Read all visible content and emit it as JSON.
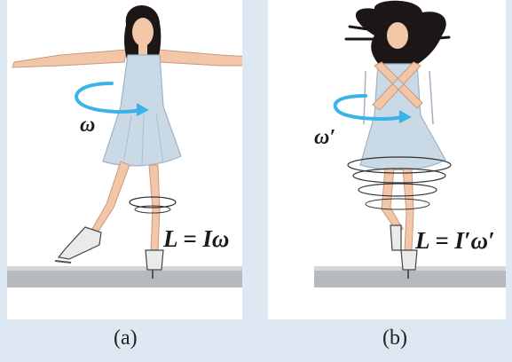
{
  "panel_a": {
    "caption": "(a)",
    "angular_velocity_label": "ω",
    "equation": "L = Iω"
  },
  "panel_b": {
    "caption": "(b)",
    "angular_velocity_label": "ω′",
    "equation": "L = I′ω′"
  },
  "colors": {
    "background": "#dde8f2",
    "panel": "#ffffff",
    "rotation_arrow": "#3bb3e8",
    "dress": "#c9d9e6",
    "skin": "#f3c6a8",
    "hair": "#1c1616",
    "floor": "#b5b8bb"
  }
}
